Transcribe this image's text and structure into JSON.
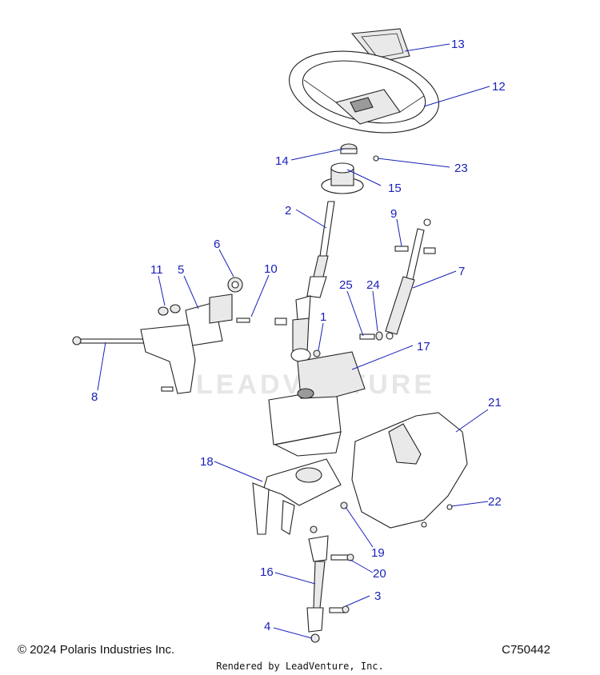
{
  "watermark": "LEADVENTURE",
  "callouts": [
    {
      "id": "13",
      "label": "13"
    },
    {
      "id": "12",
      "label": "12"
    },
    {
      "id": "14",
      "label": "14"
    },
    {
      "id": "23",
      "label": "23"
    },
    {
      "id": "15",
      "label": "15"
    },
    {
      "id": "2",
      "label": "2"
    },
    {
      "id": "9",
      "label": "9"
    },
    {
      "id": "6",
      "label": "6"
    },
    {
      "id": "11",
      "label": "11"
    },
    {
      "id": "5",
      "label": "5"
    },
    {
      "id": "10",
      "label": "10"
    },
    {
      "id": "7",
      "label": "7"
    },
    {
      "id": "25",
      "label": "25"
    },
    {
      "id": "24",
      "label": "24"
    },
    {
      "id": "1",
      "label": "1"
    },
    {
      "id": "17",
      "label": "17"
    },
    {
      "id": "8",
      "label": "8"
    },
    {
      "id": "21",
      "label": "21"
    },
    {
      "id": "18",
      "label": "18"
    },
    {
      "id": "22",
      "label": "22"
    },
    {
      "id": "19",
      "label": "19"
    },
    {
      "id": "16",
      "label": "16"
    },
    {
      "id": "20",
      "label": "20"
    },
    {
      "id": "3",
      "label": "3"
    },
    {
      "id": "4",
      "label": "4"
    }
  ],
  "footer": {
    "copyright": "© 2024 Polaris Industries Inc.",
    "diagram_code": "C750442",
    "rendered_by": "Rendered by LeadVenture, Inc."
  }
}
